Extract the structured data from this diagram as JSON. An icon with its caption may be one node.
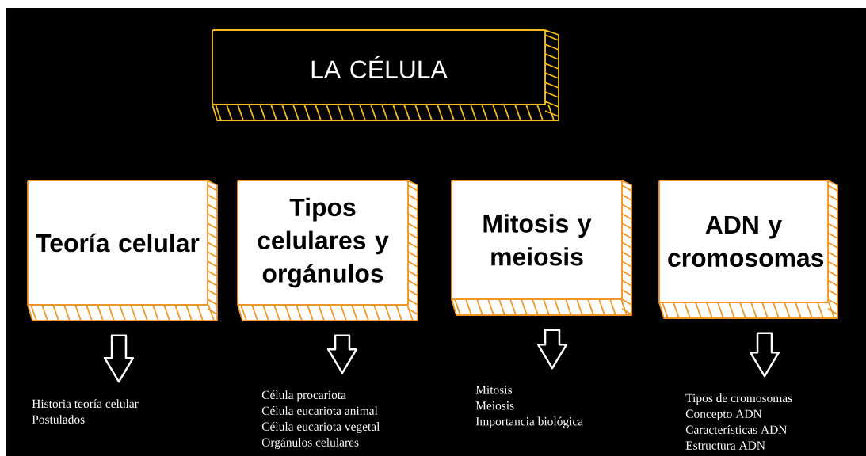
{
  "diagram": {
    "nodes": [
      {
        "text": [
          "LA CÉLULA"
        ]
      },
      {
        "text": [
          "Teoría celular"
        ]
      },
      {
        "text": [
          "Tipos celulares y orgánulos"
        ]
      },
      {
        "text": [
          "Mitosis y meiosis"
        ]
      },
      {
        "text": [
          "ADN y cromosomas"
        ]
      },
      {
        "text": [
          "Historia teoría celular",
          "Postulados"
        ]
      },
      {
        "text": [
          "Célula procariota",
          "Célula eucariota animal",
          "Célula eucariota vegetal",
          "Orgánulos celulares"
        ]
      },
      {
        "text": [
          "Mitosis",
          "Meiosis",
          "Importancia biológica"
        ]
      },
      {
        "text": [
          "Tipos de cromosomas",
          "Concepto ADN",
          "Características ADN",
          "Estructura ADN"
        ]
      }
    ],
    "edges": [
      {
        "from": 1,
        "to": 5,
        "arrow": "to"
      },
      {
        "from": 2,
        "to": 6,
        "arrow": "to"
      },
      {
        "from": 3,
        "to": 7,
        "arrow": "to"
      },
      {
        "from": 4,
        "to": 8,
        "arrow": "to"
      }
    ]
  }
}
